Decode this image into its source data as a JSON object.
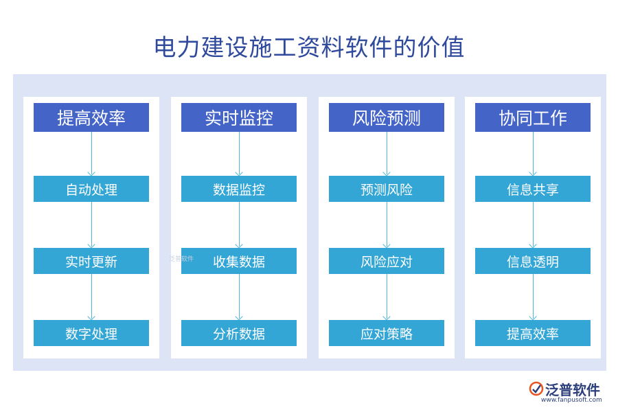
{
  "title": "电力建设施工资料软件的价值",
  "columns": [
    {
      "header": "提高效率",
      "steps": [
        "自动处理",
        "实时更新",
        "数字处理"
      ]
    },
    {
      "header": "实时监控",
      "steps": [
        "数据监控",
        "收集数据",
        "分析数据"
      ]
    },
    {
      "header": "风险预测",
      "steps": [
        "预测风险",
        "风险应对",
        "应对策略"
      ]
    },
    {
      "header": "协同工作",
      "steps": [
        "信息共享",
        "信息透明",
        "提高效率"
      ]
    }
  ],
  "watermark": "泛普软件",
  "logo": {
    "name": "泛普软件",
    "url": "www.fanpusoft.com",
    "icon": "fanpu-logo-icon"
  },
  "colors": {
    "header": "#4564c8",
    "step": "#33a6d6",
    "panel": "#dde4f6",
    "title": "#2f4a9c",
    "arrow": "#4fb6d8"
  }
}
